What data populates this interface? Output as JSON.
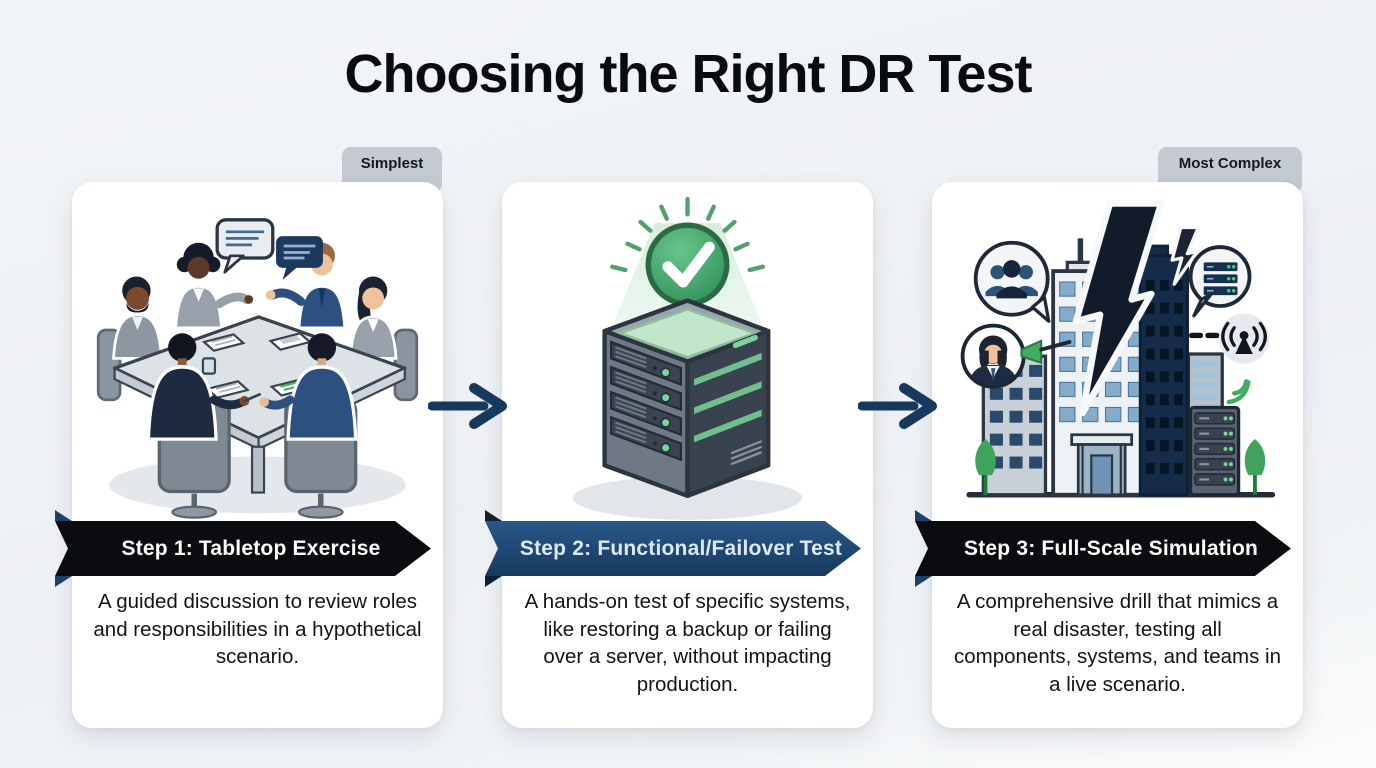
{
  "page_title": "Choosing the Right DR Test",
  "badges": {
    "simplest": "Simplest",
    "most_complex": "Most Complex"
  },
  "steps": [
    {
      "banner": "Step 1: Tabletop Exercise",
      "description": "A guided discussion to review roles and responsibilities in a hypothetical scenario.",
      "illustration": "team-tabletop-discussion"
    },
    {
      "banner": "Step 2: Functional/Failover Test",
      "description": "A hands-on test of specific systems, like restoring a backup or failing over a server, without impacting production.",
      "illustration": "server-restore-success-check"
    },
    {
      "banner": "Step 3: Full-Scale Simulation",
      "description": "A comprehensive drill that mimics a real disaster, testing all components, systems, and teams in a live scenario.",
      "illustration": "city-disaster-simulation"
    }
  ],
  "colors": {
    "background": "#eef1f5",
    "card": "#ffffff",
    "banner_black": "#0b0c0f",
    "banner_navy": "#1c4876",
    "ribbon_fold_navy": "#20416a",
    "ribbon_fold_dark": "#0d2034",
    "arrow": "#17395e",
    "badge_bg": "#c3cad2",
    "success_green": "#3fa55a",
    "title_text": "#0a0b0d",
    "description_text": "#131417"
  }
}
